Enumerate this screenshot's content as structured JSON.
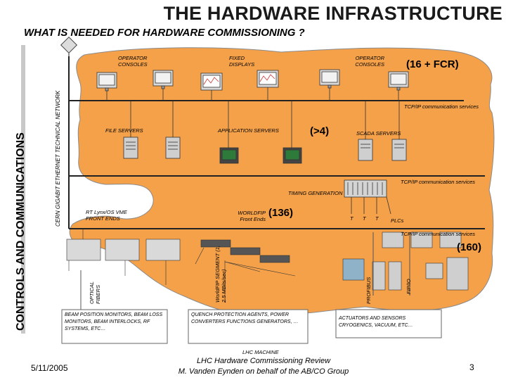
{
  "title": "THE HARDWARE INFRASTRUCTURE",
  "subtitle": "WHAT IS NEEDED FOR HARDWARE COMMISSIONING ?",
  "left_vertical_label": "CONTROLS AND COMMUNICATIONS",
  "network_label": "CERN GIGABIT ETHERNET TECHNICAL NETWORK",
  "top_row": {
    "operator_consoles_left": "OPERATOR CONSOLES",
    "fixed_displays": "FIXED DISPLAYS",
    "operator_consoles_right": "OPERATOR CONSOLES",
    "count": "(16 + FCR)"
  },
  "tcpip_1": "TCP/IP communication services",
  "servers": {
    "file_servers": "FILE SERVERS",
    "application_servers": "APPLICATION SERVERS",
    "count": "(>4)",
    "scada_servers": "SCADA SERVERS"
  },
  "tcpip_2": "TCP/IP communication services",
  "timing_generation": "TIMING GENERATION",
  "front_ends": {
    "rt_lynx": "RT Lynx/OS VME FRONT ENDS",
    "worldfip_front_ends": "WORLDFIP Front Ends",
    "count": "(136)",
    "plcs": "PLCs",
    "t_marks": [
      "T",
      "T",
      "T"
    ]
  },
  "tcpip_3": "TCP/IP communication services",
  "count_160": "(160)",
  "optical_fibers": "OPTICAL FIBERS",
  "worldfip_segment": "WorldFIP SEGMENT (1, 2.5 MBits/sec)",
  "profibus": "PROFIBUS",
  "fip_io": "FIP/IO",
  "bottom_boxes": {
    "beam": "BEAM POSITION MONITORS, BEAM LOSS MONITORS, BEAM INTERLOCKS, RF SYSTEMS, ETC…",
    "quench": "QUENCH PROTECTION AGENTS, POWER CONVERTERS FUNCTIONS GENERATORS, …",
    "actuators": "ACTUATORS AND SENSORS CRYOGENICS, VACUUM, ETC…"
  },
  "lhc_machine": "LHC MACHINE",
  "footer": {
    "date": "5/11/2005",
    "center_line1": "LHC Hardware Commissioning Review",
    "center_line2": "M. Vanden Eynden on behalf of the AB/CO Group",
    "page": "3"
  },
  "colors": {
    "cloud": "#f4a14a",
    "cloud_edge": "#7a7a7a",
    "network_line": "#1a1a1a",
    "left_bar": "#c0c0c0"
  }
}
